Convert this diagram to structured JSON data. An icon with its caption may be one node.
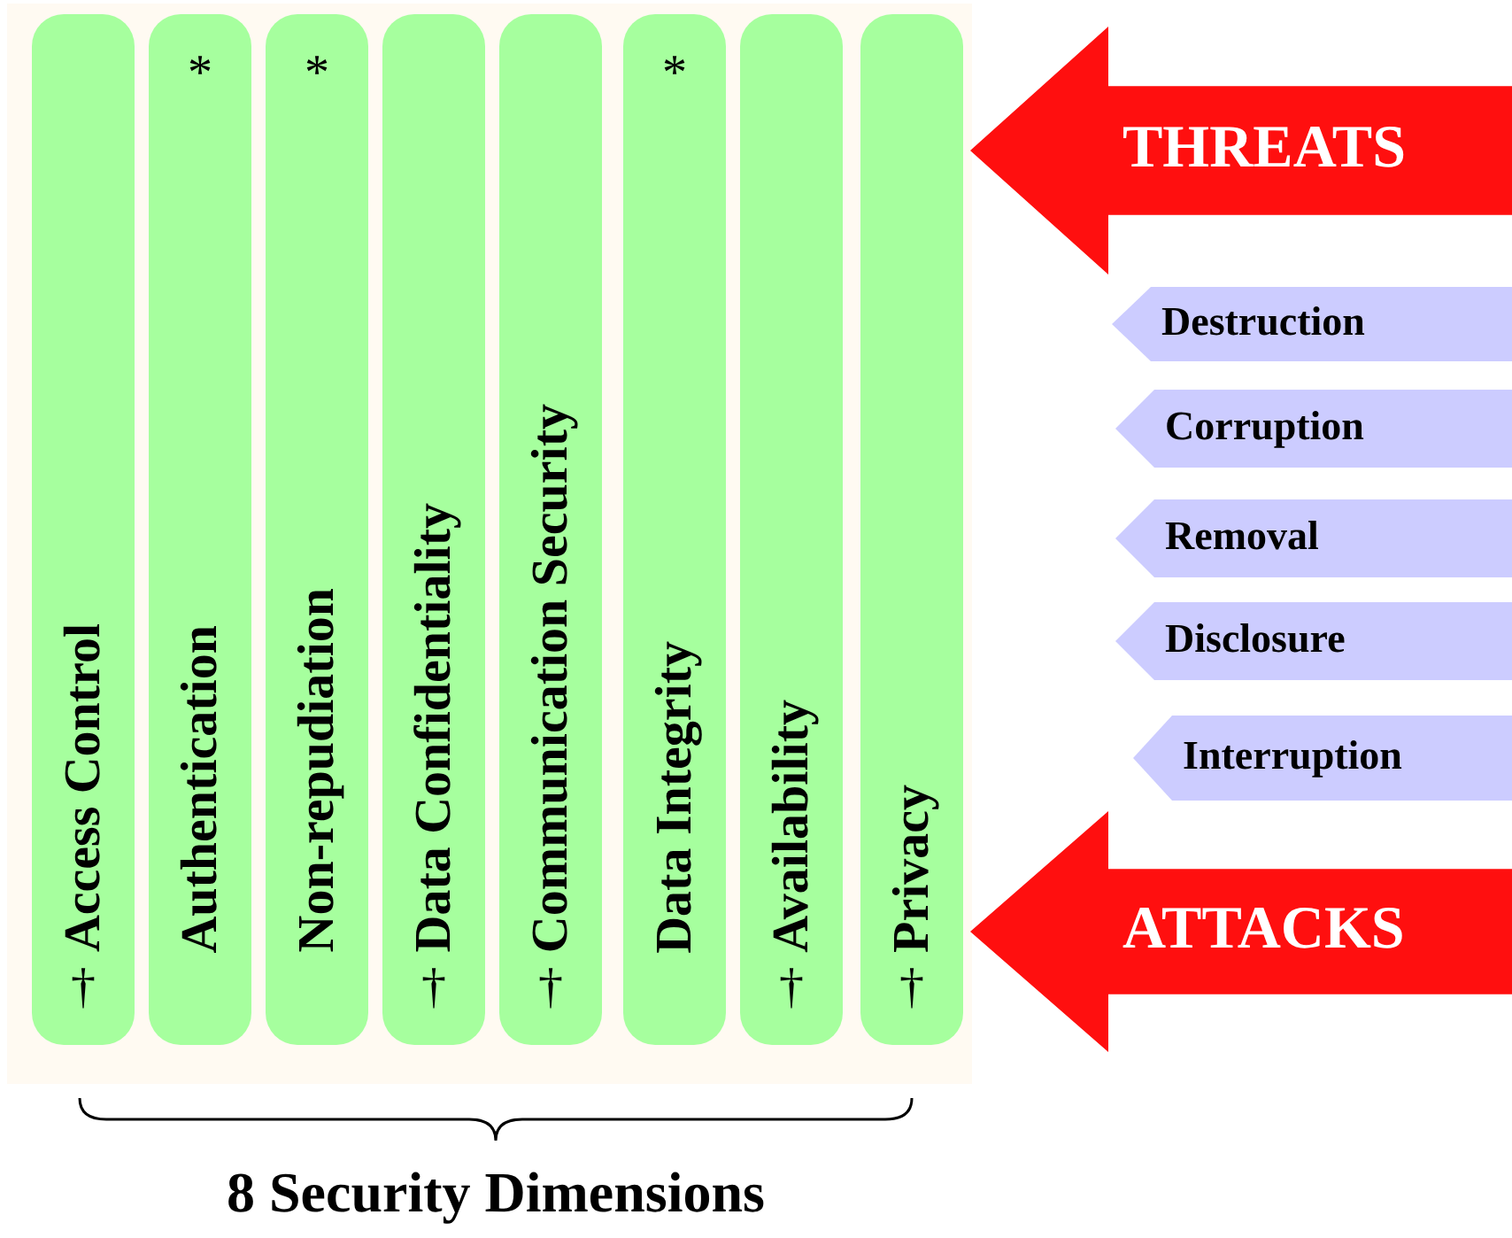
{
  "diagram": {
    "nodes": [
      {
        "text": [
          "Access Control",
          "†"
        ]
      },
      {
        "text": [
          "*",
          "Authentication"
        ]
      },
      {
        "text": [
          "*",
          "Non-repudiation"
        ]
      },
      {
        "text": [
          "Data Confidentiality",
          "†"
        ]
      },
      {
        "text": [
          "Communication Security",
          "†"
        ]
      },
      {
        "text": [
          "*",
          "Data Integrity"
        ]
      },
      {
        "text": [
          "Availability",
          "†"
        ]
      },
      {
        "text": [
          "Privacy",
          "†"
        ]
      },
      {
        "text": [
          "THREATS"
        ]
      },
      {
        "text": [
          "Destruction"
        ]
      },
      {
        "text": [
          "Corruption"
        ]
      },
      {
        "text": [
          "Removal"
        ]
      },
      {
        "text": [
          "Disclosure"
        ]
      },
      {
        "text": [
          "Interruption"
        ]
      },
      {
        "text": [
          "ATTACKS"
        ]
      }
    ],
    "labels": [
      "8 Security Dimensions"
    ]
  }
}
